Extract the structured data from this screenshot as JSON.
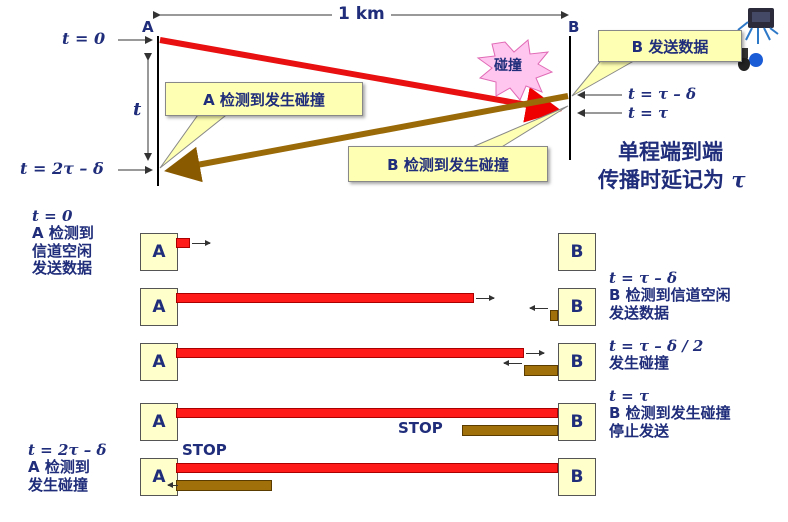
{
  "top": {
    "distance_label": "1 km",
    "point_a": "A",
    "point_b": "B",
    "t0": "t = 0",
    "t_axis": "t",
    "t2tau": "t = 2τ – δ",
    "t_tau_minus_delta": "t = τ – δ",
    "t_tau": "t = τ",
    "collision_burst": "碰撞",
    "callout_a": "A 检测到发生碰撞",
    "callout_b_send": "B 发送数据",
    "callout_b_detect": "B 检测到发生碰撞",
    "summary_line1": "单程端到端",
    "summary_line2": "传播时延记为",
    "summary_tau": "τ"
  },
  "rows": [
    {
      "a": "A",
      "b": "B",
      "left_label": [
        "t = 0",
        "A 检测到",
        "信道空闲",
        "发送数据"
      ],
      "right_label": [],
      "stop_a": "",
      "stop_b": "",
      "red_fraction": 0.03,
      "brown_fraction": 0
    },
    {
      "a": "A",
      "b": "B",
      "left_label": [],
      "right_label": [
        "t = τ – δ",
        "B 检测到信道空闲",
        "发送数据"
      ],
      "stop_a": "",
      "stop_b": "",
      "red_fraction": 0.78,
      "brown_fraction": 0.02
    },
    {
      "a": "A",
      "b": "B",
      "left_label": [],
      "right_label": [
        "t = τ – δ / 2",
        "发生碰撞"
      ],
      "stop_a": "",
      "stop_b": "",
      "red_fraction": 0.91,
      "brown_fraction": 0.09
    },
    {
      "a": "A",
      "b": "B",
      "left_label": [],
      "right_label": [
        "t = τ",
        "B 检测到发生碰撞",
        "停止发送"
      ],
      "stop_a": "",
      "stop_b": "STOP",
      "red_fraction": 1.0,
      "brown_fraction": 0.26
    },
    {
      "a": "A",
      "b": "B",
      "left_label": [
        "t = 2τ – δ",
        "A 检测到",
        "发生碰撞"
      ],
      "right_label": [],
      "stop_a": "STOP",
      "stop_b": "",
      "red_fraction": 1.0,
      "brown_fraction": 0.26
    }
  ],
  "colors": {
    "red_signal": "#ff1a1a",
    "brown_signal": "#a0700a",
    "text": "#1f2d7a",
    "callout": "#ffffb3"
  }
}
